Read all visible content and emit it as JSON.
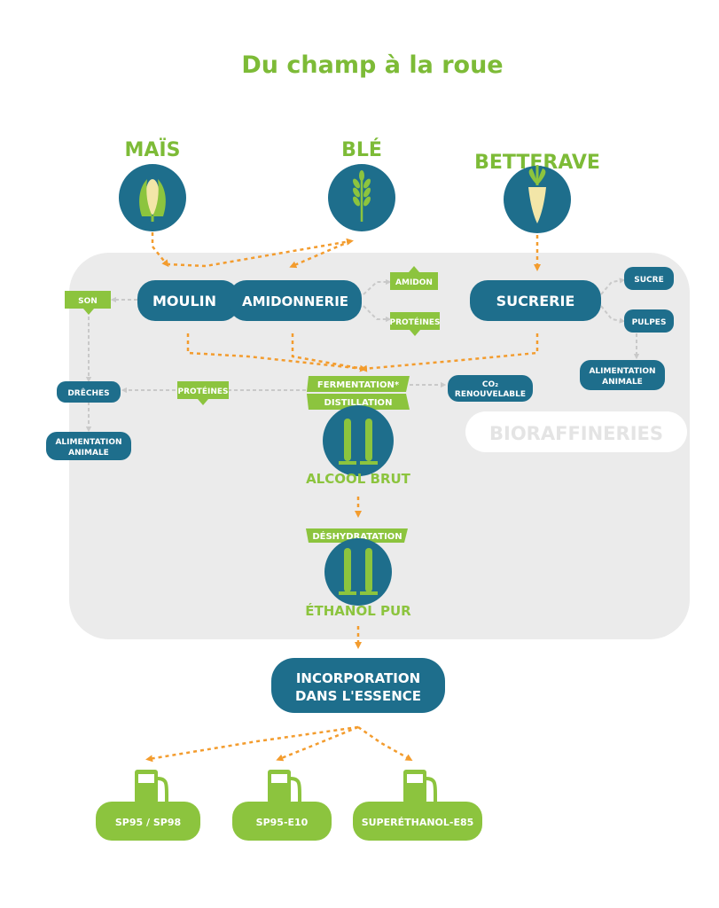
{
  "title": "Du champ à la roue",
  "colors": {
    "teal": "#1E6E8C",
    "green": "#8CC43E",
    "orange": "#F39C2E",
    "grey": "#EBEBEB",
    "arrow_grey": "#C9C9C9",
    "title_green": "#7DBB37"
  },
  "crops": [
    {
      "label": "MAÏS",
      "icon": "corn-icon"
    },
    {
      "label": "BLÉ",
      "icon": "wheat-icon"
    },
    {
      "label": "BETTERAVE",
      "icon": "beet-icon"
    }
  ],
  "processing": {
    "moulin": "MOULIN",
    "amidonnerie": "AMIDONNERIE",
    "sucrerie": "SUCRERIE"
  },
  "coproducts": {
    "son": "SON",
    "amidon": "AMIDON",
    "proteines_top": "PROTÉINES",
    "sucre": "SUCRE",
    "pulpes": "PULPES",
    "alimentation_right_1": "ALIMENTATION",
    "alimentation_right_2": "ANIMALE",
    "dreches": "DRÊCHES",
    "proteines_mid": "PROTÉINES",
    "alimentation_left_1": "ALIMENTATION",
    "alimentation_left_2": "ANIMALE",
    "co2_1": "CO₂",
    "co2_2": "RENOUVELABLE"
  },
  "steps": {
    "fermentation": "FERMENTATION*",
    "distillation": "DISTILLATION",
    "alcool_brut": "ALCOOL BRUT",
    "deshydratation": "DÉSHYDRATATION",
    "ethanol_pur": "ÉTHANOL PUR"
  },
  "zone_label": "BIORAFFINERIES",
  "incorporation": {
    "line1": "INCORPORATION",
    "line2": "DANS L'ESSENCE"
  },
  "fuels": [
    {
      "label": "SP95 / SP98",
      "icon": "fuel-pump-icon"
    },
    {
      "label": "SP95-E10",
      "icon": "fuel-pump-icon"
    },
    {
      "label": "SUPERÉTHANOL-E85",
      "icon": "fuel-pump-icon"
    }
  ]
}
